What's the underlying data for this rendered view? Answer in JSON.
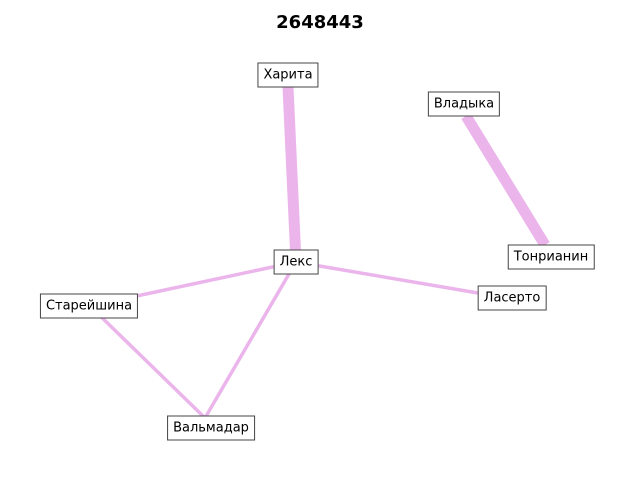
{
  "title": "2648443",
  "edge_color": "#ebb5eb",
  "nodes": [
    {
      "id": "harita",
      "label": "Харита"
    },
    {
      "id": "vladyka",
      "label": "Владыка"
    },
    {
      "id": "leks",
      "label": "Лекс"
    },
    {
      "id": "tonrianin",
      "label": "Тонрианин"
    },
    {
      "id": "lacerto",
      "label": "Ласерто"
    },
    {
      "id": "stareyshina",
      "label": "Старейшина"
    },
    {
      "id": "valmadar",
      "label": "Вальмадар"
    }
  ],
  "edges": [
    {
      "source": "harita",
      "target": "leks",
      "weight": 3
    },
    {
      "source": "vladyka",
      "target": "tonrianin",
      "weight": 3
    },
    {
      "source": "leks",
      "target": "stareyshina",
      "weight": 1
    },
    {
      "source": "leks",
      "target": "lacerto",
      "weight": 1
    },
    {
      "source": "leks",
      "target": "valmadar",
      "weight": 1
    },
    {
      "source": "stareyshina",
      "target": "valmadar",
      "weight": 1
    }
  ]
}
